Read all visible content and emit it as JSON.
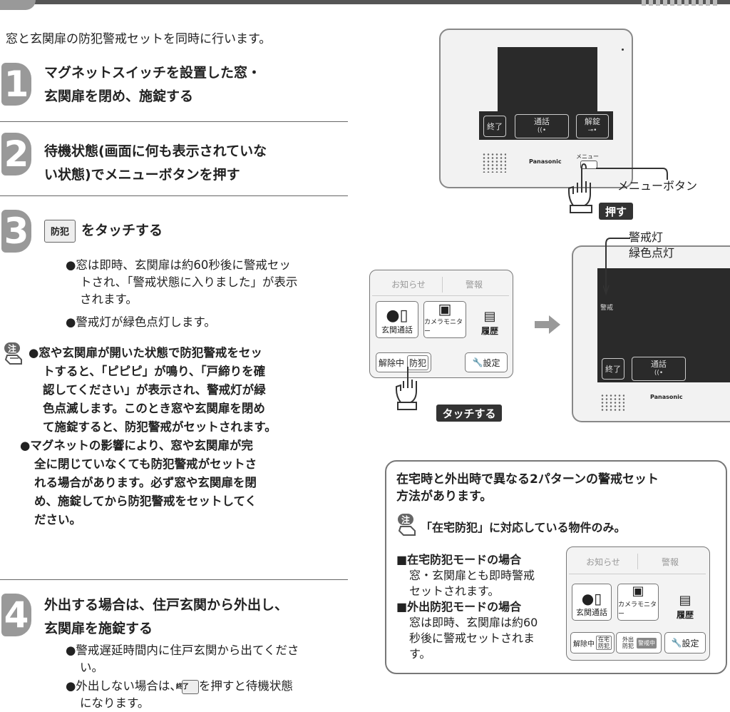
{
  "intro": "窓と玄関扉の防犯警戒セットを同時に行います。",
  "steps": {
    "s1": {
      "num": "1",
      "line1": "マグネットスイッチを設置した窓・",
      "line2": "玄関扉を閉め、施錠する"
    },
    "s2": {
      "num": "2",
      "line1": "待機状態(画面に何も表示されていな",
      "line2": "い状態)でメニューボタンを押す"
    },
    "s3": {
      "num": "3",
      "key": "防犯",
      "title": "をタッチする",
      "b1": [
        "●窓は即時、玄関扉は約60秒後に警戒セッ",
        "トされ、「警戒状態に入りました」が表示",
        "されます。"
      ],
      "b2": "●警戒灯が緑色点灯します。",
      "note1": [
        "●窓や玄関扉が開いた状態で防犯警戒をセッ",
        "トすると、「ピピピ」が鳴り、「戸締りを確",
        "認してください」が表示され、警戒灯が緑",
        "色点滅します。このとき窓や玄関扉を閉め",
        "て施錠すると、防犯警戒がセットされます。"
      ],
      "note2": [
        "●マグネットの影響により、窓や玄関扉が完",
        "全に閉じていなくても防犯警戒がセットさ",
        "れる場合があります。必ず窓や玄関扉を閉",
        "め、施錠してから防犯警戒をセットしてく",
        "ださい。"
      ]
    },
    "s4": {
      "num": "4",
      "line1": "外出する場合は、住戸玄関から外出し、",
      "line2": "玄関扉を施錠する",
      "b1": [
        "●警戒遅延時間内に住戸玄関から出てくださ",
        "い。"
      ],
      "b2_pre": "●外出しない場合は、",
      "b2_key": "終了",
      "b2_post": "を押すと待機状態",
      "b2_line2": "になります。"
    }
  },
  "monitor": {
    "end_btn": "終了",
    "talk_btn": "通話",
    "unlock_btn": "解錠",
    "brand": "Panasonic",
    "menu_label": "メニュー",
    "menu_button_callout": "メニューボタン",
    "press_badge": "押す",
    "alarm_light": [
      "警戒灯",
      "緑色点灯"
    ],
    "alarm_screen_label": "警戒"
  },
  "menu_panel": {
    "tab_notice": "お知らせ",
    "tab_alarm": "警報",
    "icon_entrance": "玄関通話",
    "icon_camera": "カメラモニター",
    "icon_history": "履歴",
    "btn_release": "解除中",
    "btn_security": "防犯",
    "btn_settings": "設定",
    "touch_badge": "タッチする"
  },
  "info": {
    "lead": [
      "在宅時と外出時で異なる2パターンの警戒セット",
      "方法があります。"
    ],
    "note": "「在宅防犯」に対応している物件のみ。",
    "home_title": "■在宅防犯モードの場合",
    "home_desc": [
      "窓・玄関扉とも即時警戒",
      "セットされます。"
    ],
    "away_title": "■外出防犯モードの場合",
    "away_desc": [
      "窓は即時、玄関扉は約60",
      "秒後に警戒セットされま",
      "す。"
    ],
    "panel": {
      "tab_notice": "お知らせ",
      "tab_alarm": "警報",
      "icon_entrance": "玄関通話",
      "icon_camera": "カメラモニター",
      "icon_history": "履歴",
      "btn_release": "解除中",
      "btn_home": "在宅防犯",
      "btn_away": "外出防犯",
      "btn_away_state": "警戒中",
      "btn_settings": "設定"
    }
  }
}
